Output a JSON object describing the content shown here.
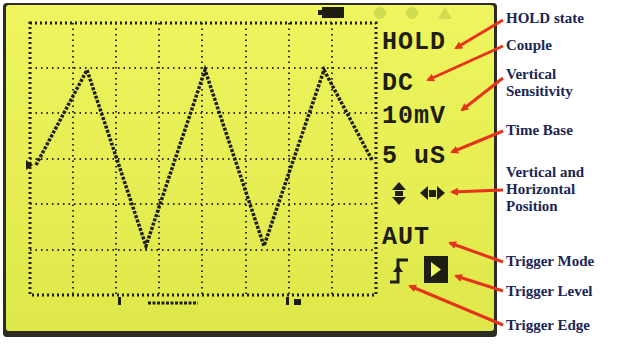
{
  "diagram": {
    "labels": [
      "HOLD",
      "DC",
      "10mV",
      "5 uS",
      "AUT",
      "HOLD state",
      "Couple",
      "Vertical Sensitivity",
      "Time Base",
      "Vertical and Horizontal Position",
      "Trigger Mode",
      "Trigger Level",
      "Trigger Edge"
    ]
  }
}
